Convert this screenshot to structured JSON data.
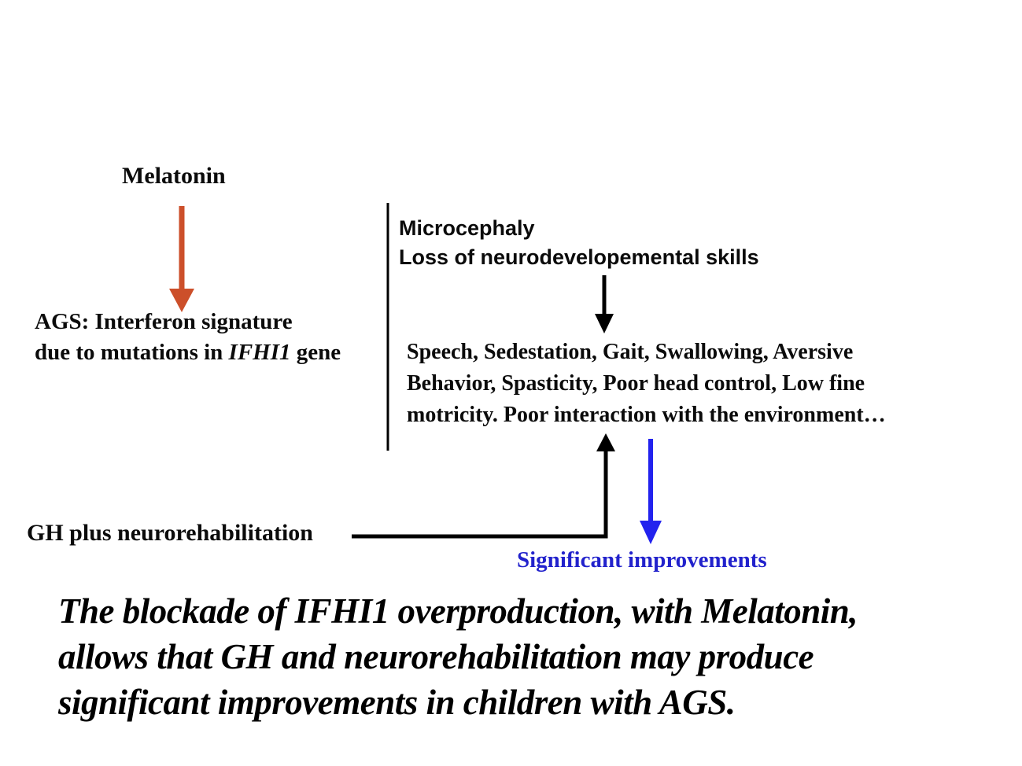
{
  "colors": {
    "arrow_red": "#CC4F2A",
    "arrow_black": "#000000",
    "divider_black": "#000000",
    "arrow_blue": "#2222EE",
    "text_blue": "#2222CC"
  },
  "diagram": {
    "melatonin_label": "Melatonin",
    "ags": {
      "line1": "AGS: Interferon signature",
      "line2_prefix": "due to mutations in ",
      "gene": "IFHI1",
      "line2_suffix": " gene"
    },
    "outcomes": {
      "line1": "Microcephaly",
      "line2": "Loss of neurodevelopemental skills"
    },
    "symptoms": {
      "line1": "Speech, Sedestation, Gait, Swallowing, Aversive",
      "line2": "Behavior, Spasticity, Poor head control, Low fine",
      "line3": "motricity. Poor interaction with the environment…"
    },
    "gh_label": "GH plus neurorehabilitation",
    "significant_label": "Significant improvements"
  },
  "caption": {
    "line1": "The blockade of IFHI1 overproduction, with Melatonin,",
    "line2": "allows that GH and neurorehabilitation may produce",
    "line3": "significant improvements in children with AGS."
  }
}
